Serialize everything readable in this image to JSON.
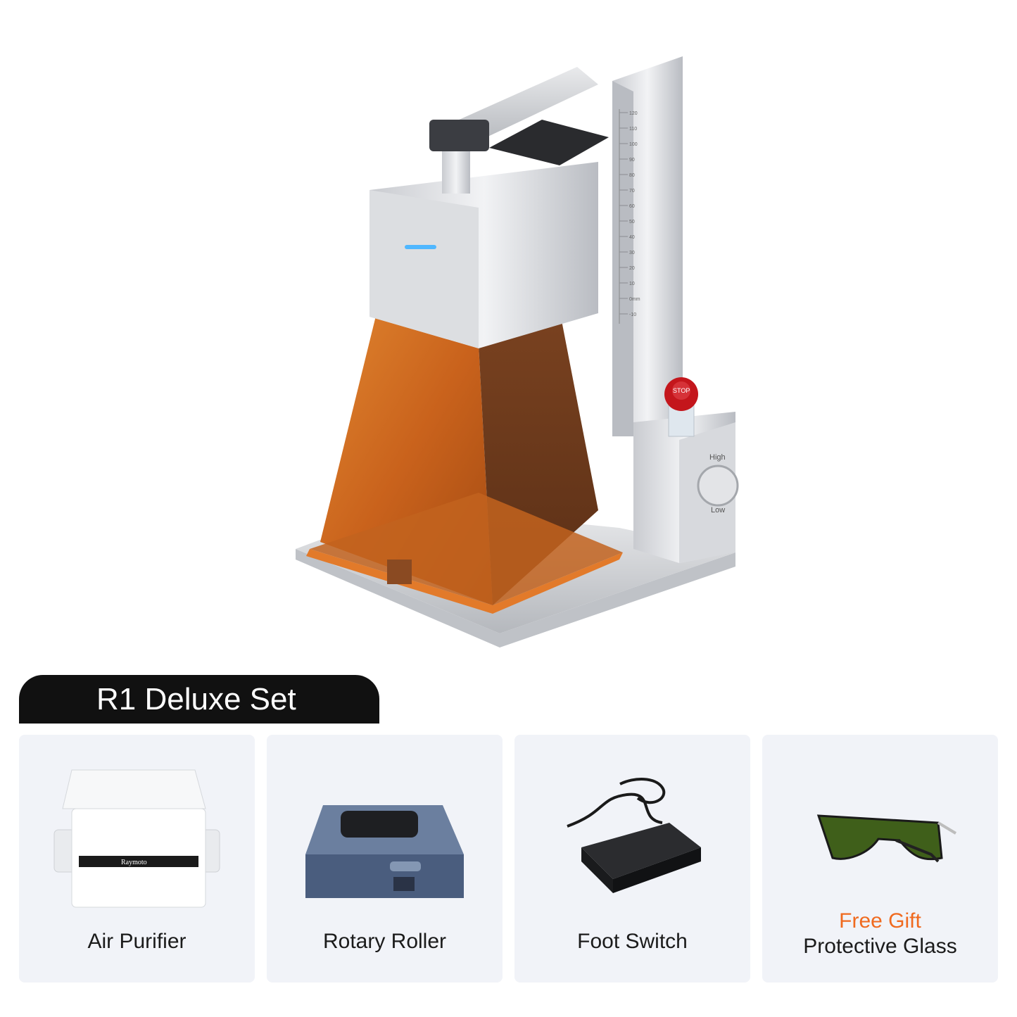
{
  "product": {
    "set_title": "R1 Deluxe Set",
    "hero_image": "laser-engraver-machine",
    "dial_high": "High",
    "dial_low": "Low",
    "stop_label": "STOP",
    "ruler_marks": [
      "120",
      "110",
      "100",
      "90",
      "80",
      "70",
      "60",
      "50",
      "40",
      "30",
      "20",
      "10",
      "0mm",
      "-10"
    ]
  },
  "accessories": [
    {
      "label": "Air Purifier",
      "icon": "air-purifier",
      "brand": "Raymoto"
    },
    {
      "label": "Rotary Roller",
      "icon": "rotary-roller"
    },
    {
      "label": "Foot Switch",
      "icon": "foot-switch"
    },
    {
      "gift_label": "Free Gift",
      "label": "Protective Glass",
      "icon": "protective-glasses"
    }
  ],
  "colors": {
    "banner": "#111111",
    "card": "#f1f3f8",
    "gift": "#f06a1f",
    "shield": "#d9782c"
  }
}
